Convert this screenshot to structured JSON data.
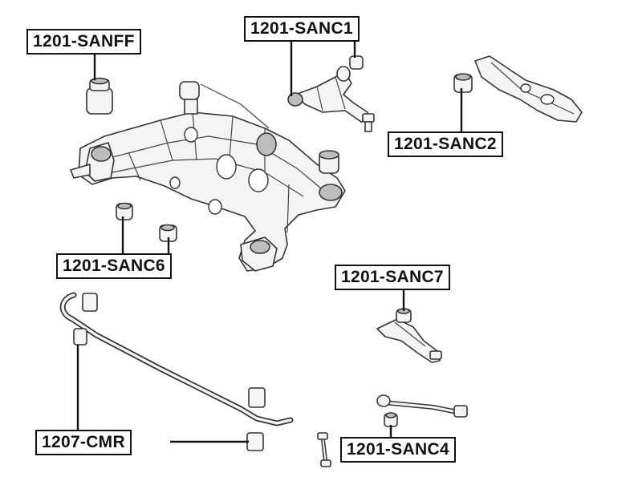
{
  "callouts": {
    "sanff": "1201-SANFF",
    "sanc1": "1201-SANC1",
    "sanc2": "1201-SANC2",
    "sanc6": "1201-SANC6",
    "sanc7": "1201-SANC7",
    "cmr": "1207-CMR",
    "sanc4": "1201-SANC4"
  },
  "icons": {
    "subframe": "rear-subframe-icon",
    "bushing": "bushing-icon",
    "control_arm": "control-arm-icon",
    "stabilizer": "stabilizer-bar-icon",
    "link": "stabilizer-link-icon"
  }
}
